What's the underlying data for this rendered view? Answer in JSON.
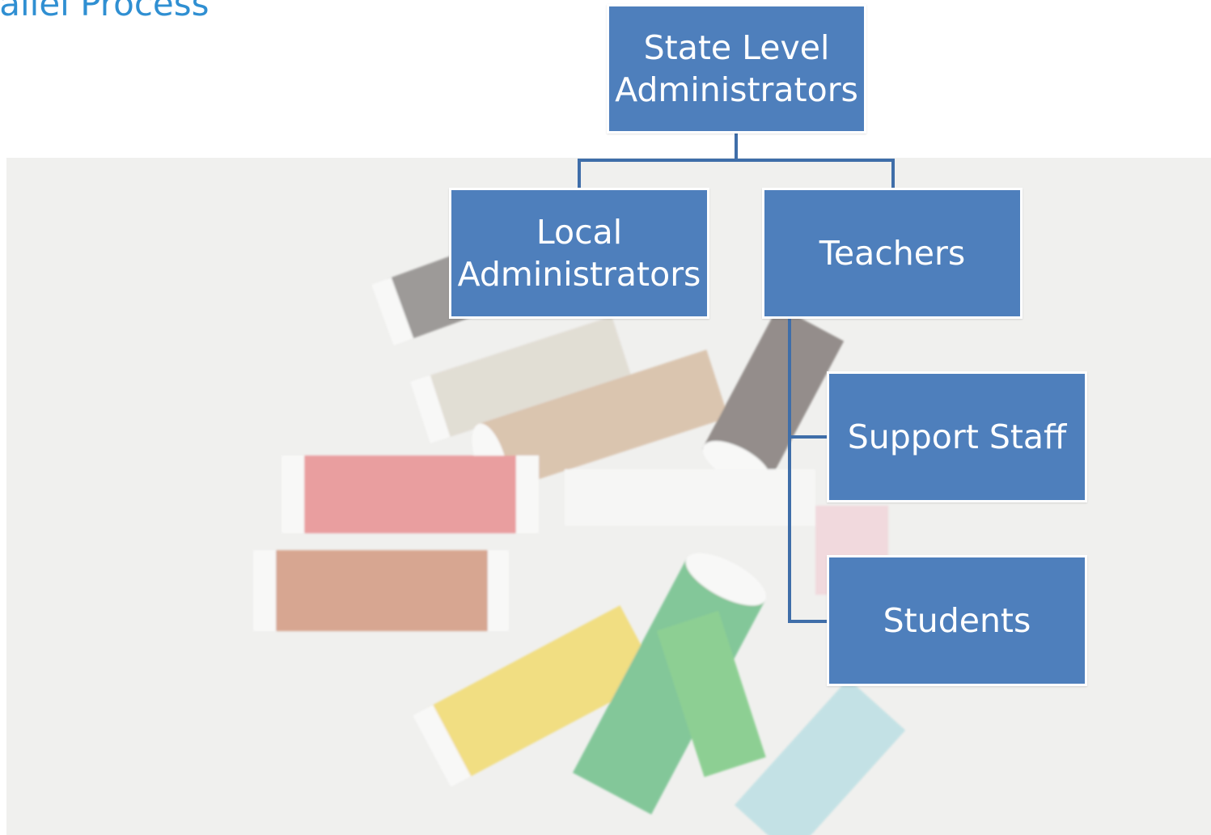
{
  "slide": {
    "title": "rallel Process",
    "background_image": "sewing-thread-spools-photo"
  },
  "chart": {
    "node_color": "#4e7fbc",
    "line_color": "#3f6ea9",
    "nodes": {
      "root": "State Level\nAdministrators",
      "local": "Local\nAdministrators",
      "teachers": "Teachers",
      "support": "Support Staff",
      "students": "Students"
    }
  }
}
